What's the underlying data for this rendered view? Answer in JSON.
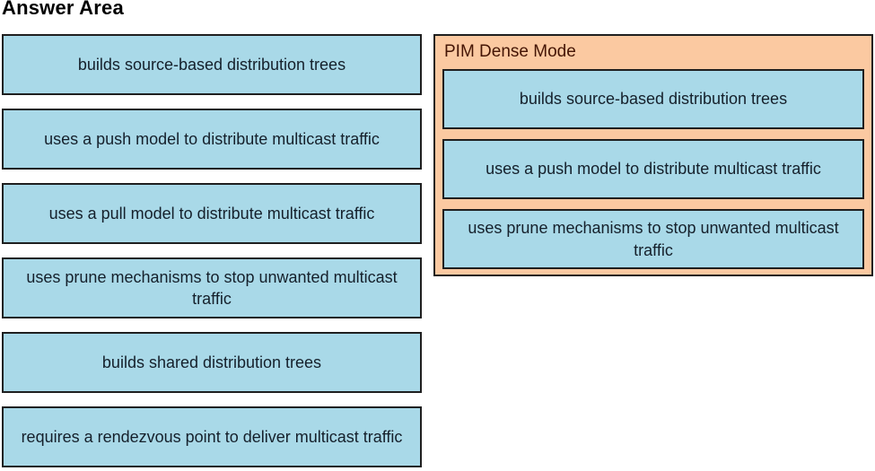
{
  "title": "Answer Area",
  "answer_options": [
    "builds source-based distribution trees",
    "uses a push model to distribute multicast traffic",
    "uses a pull model to distribute multicast traffic",
    "uses prune mechanisms to stop unwanted multicast traffic",
    "builds shared distribution trees",
    "requires a rendezvous point to deliver multicast traffic"
  ],
  "drop_target": {
    "label": "PIM Dense Mode",
    "placed_items": [
      "builds source-based distribution trees",
      "uses a push model to distribute multicast traffic",
      "uses prune mechanisms to stop unwanted multicast traffic"
    ]
  },
  "colors": {
    "option_bg": "#a9d9e8",
    "panel_bg": "#fbc9a1",
    "box_border": "#1f1f1f",
    "option_text": "#15202b",
    "panel_title_text": "#451505",
    "title_text": "#000000",
    "page_bg": "#ffffff"
  }
}
